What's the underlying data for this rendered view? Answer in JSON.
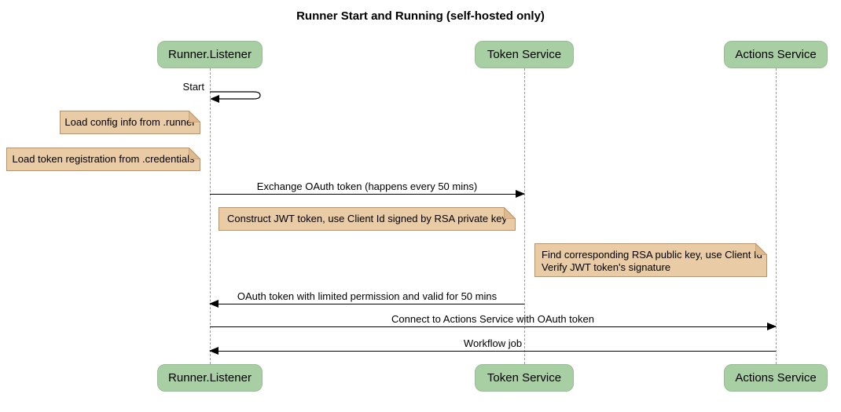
{
  "title": "Runner Start and Running (self-hosted only)",
  "participants": [
    {
      "name": "Runner.Listener"
    },
    {
      "name": "Token Service"
    },
    {
      "name": "Actions Service"
    }
  ],
  "self_message": {
    "label": "Start",
    "on": "Runner.Listener"
  },
  "messages": [
    {
      "label": "Exchange OAuth token (happens every 50 mins)",
      "from": "Runner.Listener",
      "to": "Token Service",
      "direction": "right"
    },
    {
      "label": "OAuth token with limited permission and valid for 50 mins",
      "from": "Token Service",
      "to": "Runner.Listener",
      "direction": "left"
    },
    {
      "label": "Connect to Actions Service with OAuth token",
      "from": "Runner.Listener",
      "to": "Actions Service",
      "direction": "right"
    },
    {
      "label": "Workflow job",
      "from": "Actions Service",
      "to": "Runner.Listener",
      "direction": "left"
    }
  ],
  "notes": [
    {
      "text": "Load config info from .runner"
    },
    {
      "text": "Load token registration from .credentials"
    },
    {
      "text": "Construct JWT token, use Client Id signed by RSA private key"
    },
    {
      "lines": [
        "Find corresponding RSA public key, use Client Id",
        "Verify JWT token's signature"
      ]
    }
  ],
  "colors": {
    "participant_fill": "#A8CEA4",
    "participant_border": "#97BD92",
    "note_fill": "#E9CBA6",
    "note_border": "#BA9263",
    "note_fold": "#DDB98F",
    "lifeline": "#999999",
    "arrow": "#000000",
    "background": "#FFFFFF"
  }
}
